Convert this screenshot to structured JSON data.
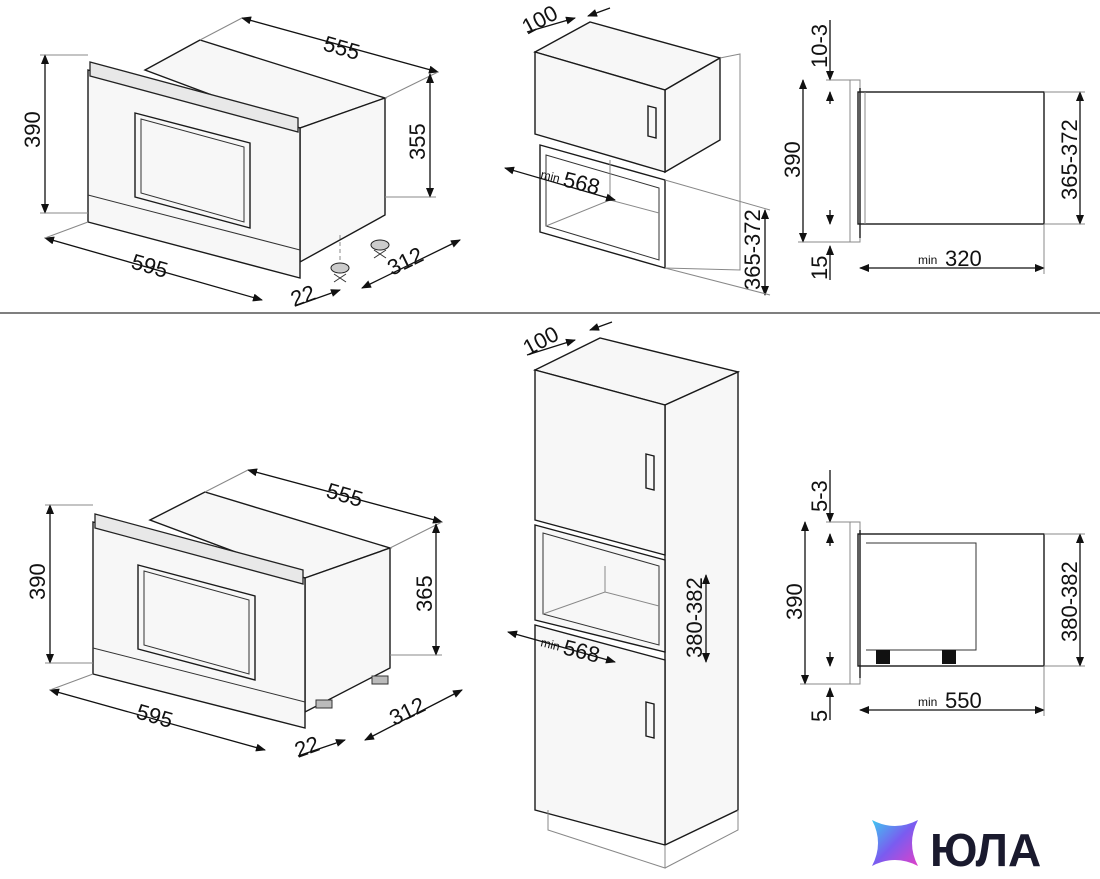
{
  "top": {
    "oven": {
      "w": "595",
      "d": "555",
      "h_front": "390",
      "h_body": "355",
      "depth": "312",
      "offset": "22"
    },
    "cabinet": {
      "top": "100",
      "min_prefix": "min",
      "width": "568",
      "height": "365-372"
    },
    "side": {
      "top_gap": "10-3",
      "height": "390",
      "niche": "365-372",
      "bottom_gap": "15",
      "min_prefix": "min",
      "depth": "320"
    }
  },
  "bottom": {
    "oven": {
      "w": "595",
      "d": "555",
      "h_front": "390",
      "h_body": "365",
      "depth": "312",
      "offset": "22"
    },
    "cabinet": {
      "top": "100",
      "min_prefix": "min",
      "width": "568",
      "height": "380-382"
    },
    "side": {
      "top_gap": "5-3",
      "height": "390",
      "niche": "380-382",
      "bottom_gap": "5",
      "min_prefix": "min",
      "depth": "550"
    }
  },
  "logo": {
    "text": "ЮЛА",
    "colors": [
      "#3ec8f0",
      "#7a5cf0",
      "#e040c8"
    ]
  }
}
